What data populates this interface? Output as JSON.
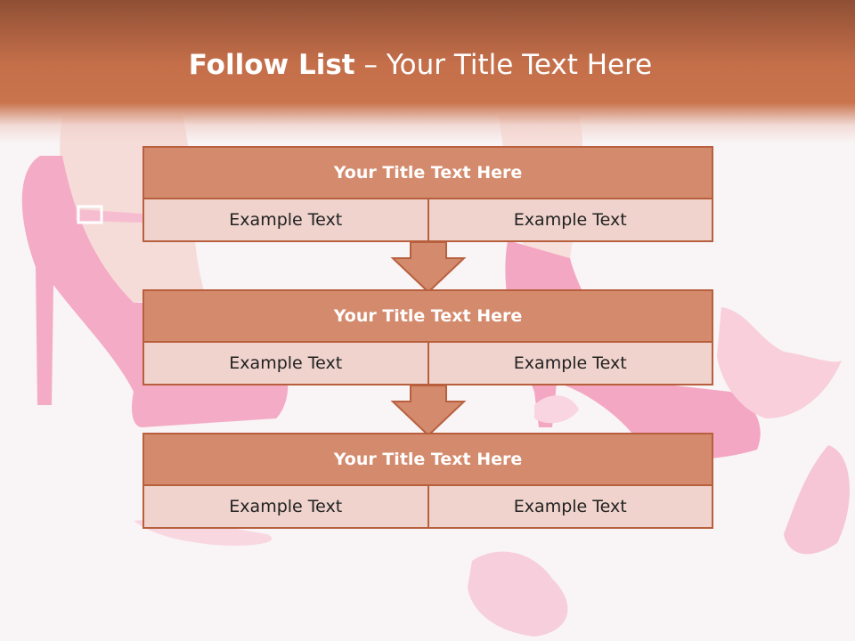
{
  "slide": {
    "title_bold": "Follow List",
    "title_rest": " – Your Title Text Here"
  },
  "blocks": [
    {
      "title": "Your Title Text Here",
      "left": "Example Text",
      "right": "Example Text"
    },
    {
      "title": "Your Title Text Here",
      "left": "Example Text",
      "right": "Example Text"
    },
    {
      "title": "Your Title Text Here",
      "left": "Example Text",
      "right": "Example Text"
    }
  ],
  "colors": {
    "header_fill": "#d48a6c",
    "cell_fill": "#efd3cc",
    "border": "#b8603e",
    "title_band": "#c9744d"
  }
}
